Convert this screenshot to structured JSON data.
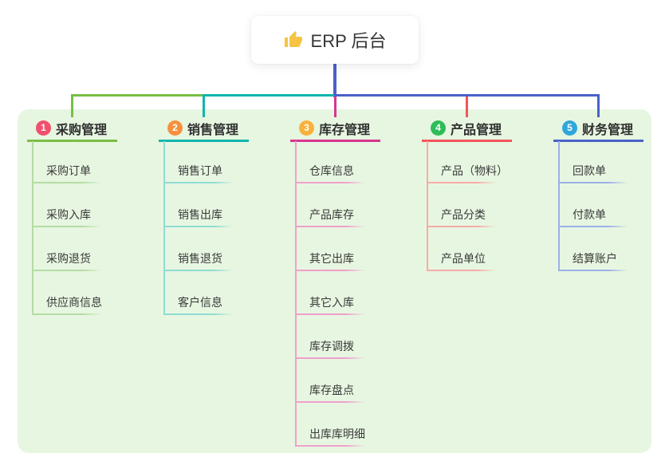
{
  "root": {
    "title": "ERP 后台",
    "icon": "thumbs-up",
    "connector_color": "#4A61CB",
    "box_background": "#ffffff"
  },
  "canvas": {
    "background": "#ffffff",
    "panel_background": "#E7F6E1"
  },
  "branches": [
    {
      "index": "1",
      "title": "采购管理",
      "badge_color": "#F1506E",
      "line_color": "#79BE45",
      "child_line_color": "#B4DCA3",
      "children": [
        "采购订单",
        "采购入库",
        "采购退货",
        "供应商信息"
      ]
    },
    {
      "index": "2",
      "title": "销售管理",
      "badge_color": "#F6913E",
      "line_color": "#0EB5AC",
      "child_line_color": "#8FDCD3",
      "children": [
        "销售订单",
        "销售出库",
        "销售退货",
        "客户信息"
      ]
    },
    {
      "index": "3",
      "title": "库存管理",
      "badge_color": "#F8B13C",
      "line_color": "#D6368F",
      "child_line_color": "#F0A0CA",
      "children": [
        "仓库信息",
        "产品库存",
        "其它出库",
        "其它入库",
        "库存调拨",
        "库存盘点",
        "出库库明细"
      ]
    },
    {
      "index": "4",
      "title": "产品管理",
      "badge_color": "#2EBD59",
      "line_color": "#F2555A",
      "child_line_color": "#F6ACA7",
      "children": [
        "产品（物料）",
        "产品分类",
        "产品单位"
      ]
    },
    {
      "index": "5",
      "title": "财务管理",
      "badge_color": "#2FA7DB",
      "line_color": "#4A61CB",
      "child_line_color": "#9DB0E6",
      "children": [
        "回款单",
        "付款单",
        "结算账户"
      ]
    }
  ]
}
